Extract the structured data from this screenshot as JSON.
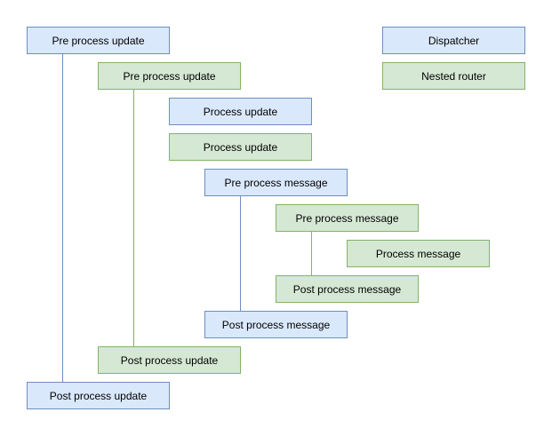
{
  "legend": {
    "dispatcher": "Dispatcher",
    "nested_router": "Nested router"
  },
  "steps": {
    "dispatcher_pre_update": "Pre process update",
    "router_pre_update": "Pre process update",
    "dispatcher_process_update": "Process update",
    "router_process_update": "Process update",
    "dispatcher_pre_message": "Pre process message",
    "router_pre_message": "Pre process message",
    "router_process_message": "Process message",
    "router_post_message": "Post process message",
    "dispatcher_post_message": "Post process message",
    "router_post_update": "Post process update",
    "dispatcher_post_update": "Post process update"
  },
  "colors": {
    "dispatcher_fill": "#dae8fc",
    "dispatcher_stroke": "#6c8ebf",
    "router_fill": "#d5e8d4",
    "router_stroke": "#82b366"
  }
}
